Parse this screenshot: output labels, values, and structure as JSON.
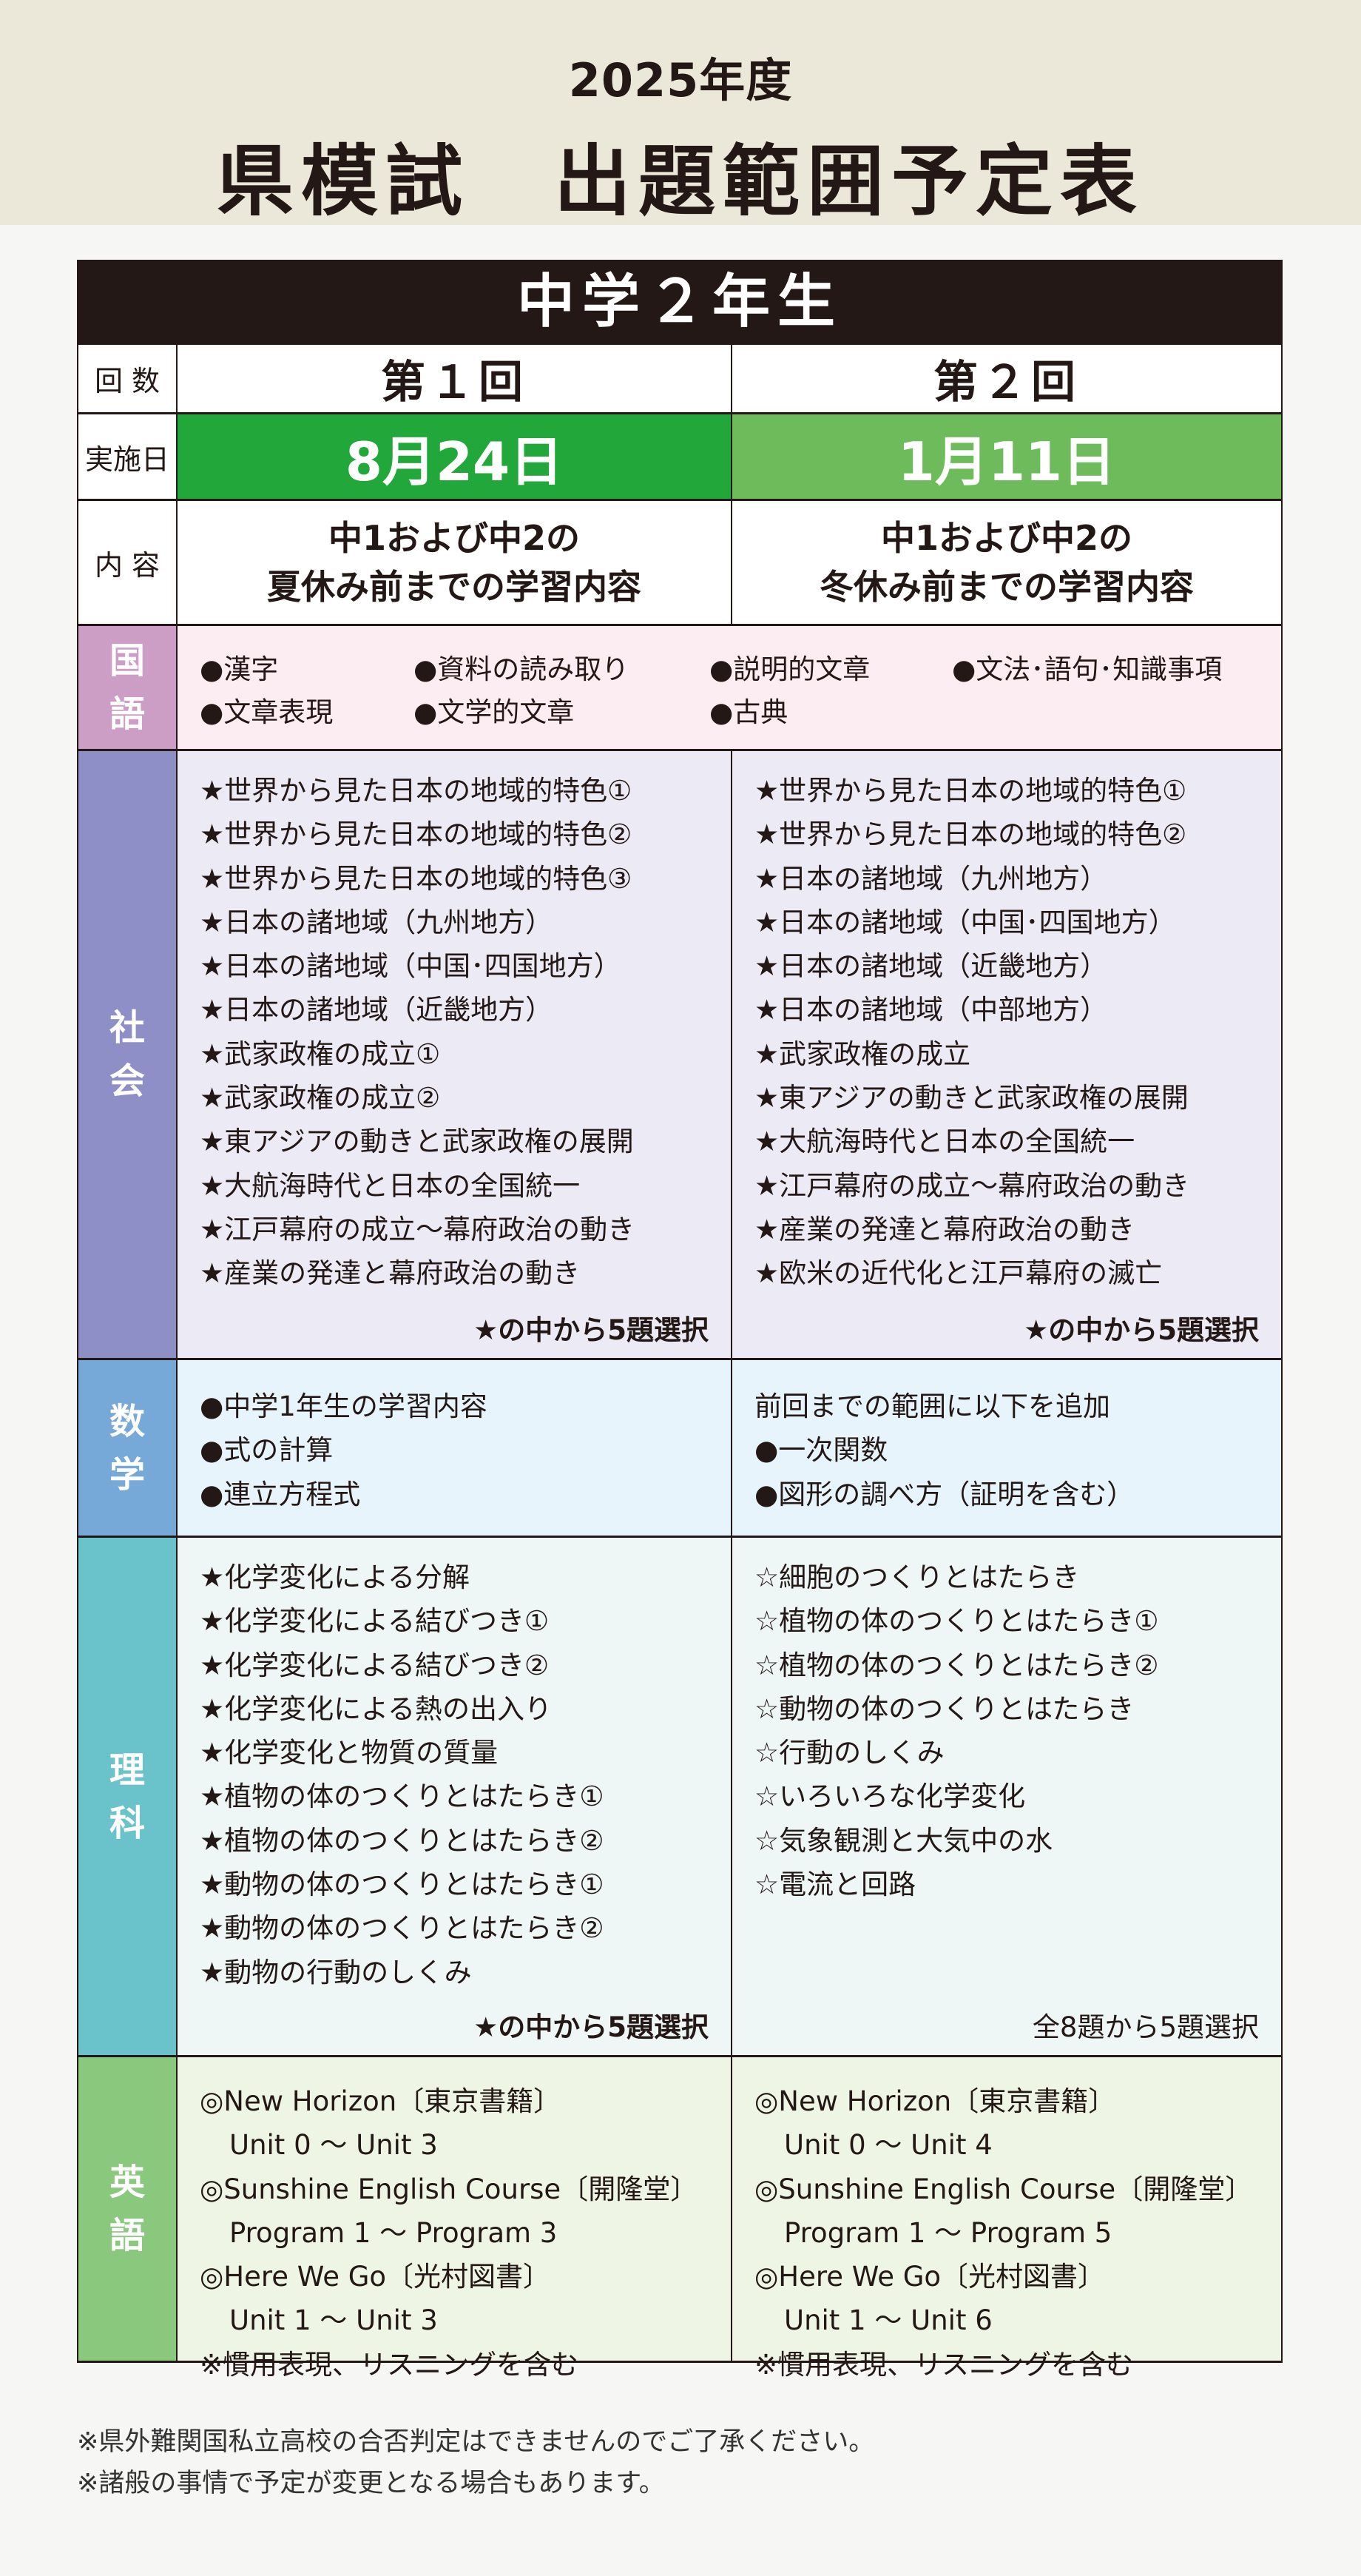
{
  "header": {
    "year": "2025年度",
    "title": "県模試　出題範囲予定表"
  },
  "grade": "中学２年生",
  "colors": {
    "date1": "#22a83a",
    "date2": "#6dbb5a"
  },
  "rows": {
    "kaisu": {
      "label": "回 数",
      "c1": "第１回",
      "c2": "第２回"
    },
    "date": {
      "label": "実施日",
      "c1": "8月24日",
      "c2": "1月11日"
    },
    "naiyo": {
      "label": "内 容",
      "c1": [
        "中1および中2の",
        "夏休み前までの学習内容"
      ],
      "c2": [
        "中1および中2の",
        "冬休み前までの学習内容"
      ]
    }
  },
  "subjects": {
    "kokugo": {
      "label": [
        "国",
        "語"
      ],
      "items": [
        "●漢字",
        "●資料の読み取り",
        "●説明的文章",
        "●文法･語句･知識事項",
        "●文章表現",
        "●文学的文章",
        "●古典"
      ]
    },
    "shakai": {
      "label": [
        "社",
        "会"
      ],
      "c1": [
        "★世界から見た日本の地域的特色①",
        "★世界から見た日本の地域的特色②",
        "★世界から見た日本の地域的特色③",
        "★日本の諸地域（九州地方）",
        "★日本の諸地域（中国･四国地方）",
        "★日本の諸地域（近畿地方）",
        "★武家政権の成立①",
        "★武家政権の成立②",
        "★東アジアの動きと武家政権の展開",
        "★大航海時代と日本の全国統一",
        "★江戸幕府の成立～幕府政治の動き",
        "★産業の発達と幕府政治の動き"
      ],
      "c1_note": "★の中から5題選択",
      "c2": [
        "★世界から見た日本の地域的特色①",
        "★世界から見た日本の地域的特色②",
        "★日本の諸地域（九州地方）",
        "★日本の諸地域（中国･四国地方）",
        "★日本の諸地域（近畿地方）",
        "★日本の諸地域（中部地方）",
        "★武家政権の成立",
        "★東アジアの動きと武家政権の展開",
        "★大航海時代と日本の全国統一",
        "★江戸幕府の成立～幕府政治の動き",
        "★産業の発達と幕府政治の動き",
        "★欧米の近代化と江戸幕府の滅亡"
      ],
      "c2_note": "★の中から5題選択"
    },
    "sugaku": {
      "label": [
        "数",
        "学"
      ],
      "c1": [
        "●中学1年生の学習内容",
        "●式の計算",
        "●連立方程式"
      ],
      "c2": [
        "前回までの範囲に以下を追加",
        "●一次関数",
        "●図形の調べ方（証明を含む）"
      ]
    },
    "rika": {
      "label": [
        "理",
        "科"
      ],
      "c1": [
        "★化学変化による分解",
        "★化学変化による結びつき①",
        "★化学変化による結びつき②",
        "★化学変化による熱の出入り",
        "★化学変化と物質の質量",
        "★植物の体のつくりとはたらき①",
        "★植物の体のつくりとはたらき②",
        "★動物の体のつくりとはたらき①",
        "★動物の体のつくりとはたらき②",
        "★動物の行動のしくみ"
      ],
      "c1_note": "★の中から5題選択",
      "c2": [
        "☆細胞のつくりとはたらき",
        "☆植物の体のつくりとはたらき①",
        "☆植物の体のつくりとはたらき②",
        "☆動物の体のつくりとはたらき",
        "☆行動のしくみ",
        "☆いろいろな化学変化",
        "☆気象観測と大気中の水",
        "☆電流と回路"
      ],
      "c2_note": "全8題から5題選択"
    },
    "eigo": {
      "label": [
        "英",
        "語"
      ],
      "c1": [
        "◎New Horizon〔東京書籍〕",
        "Unit 0 ～ Unit 3",
        "◎Sunshine English Course〔開隆堂〕",
        "Program 1 ～ Program 3",
        "◎Here We Go〔光村図書〕",
        "Unit 1 ～ Unit 3",
        "※慣用表現、リスニングを含む"
      ],
      "c2": [
        "◎New Horizon〔東京書籍〕",
        "Unit 0 ～ Unit 4",
        "◎Sunshine English Course〔開隆堂〕",
        "Program 1 ～ Program 5",
        "◎Here We Go〔光村図書〕",
        "Unit 1 ～ Unit 6",
        "※慣用表現、リスニングを含む"
      ]
    }
  },
  "notes": [
    "※県外難関国私立高校の合否判定はできませんのでご了承ください。",
    "※諸般の事情で予定が変更となる場合もあります。"
  ]
}
